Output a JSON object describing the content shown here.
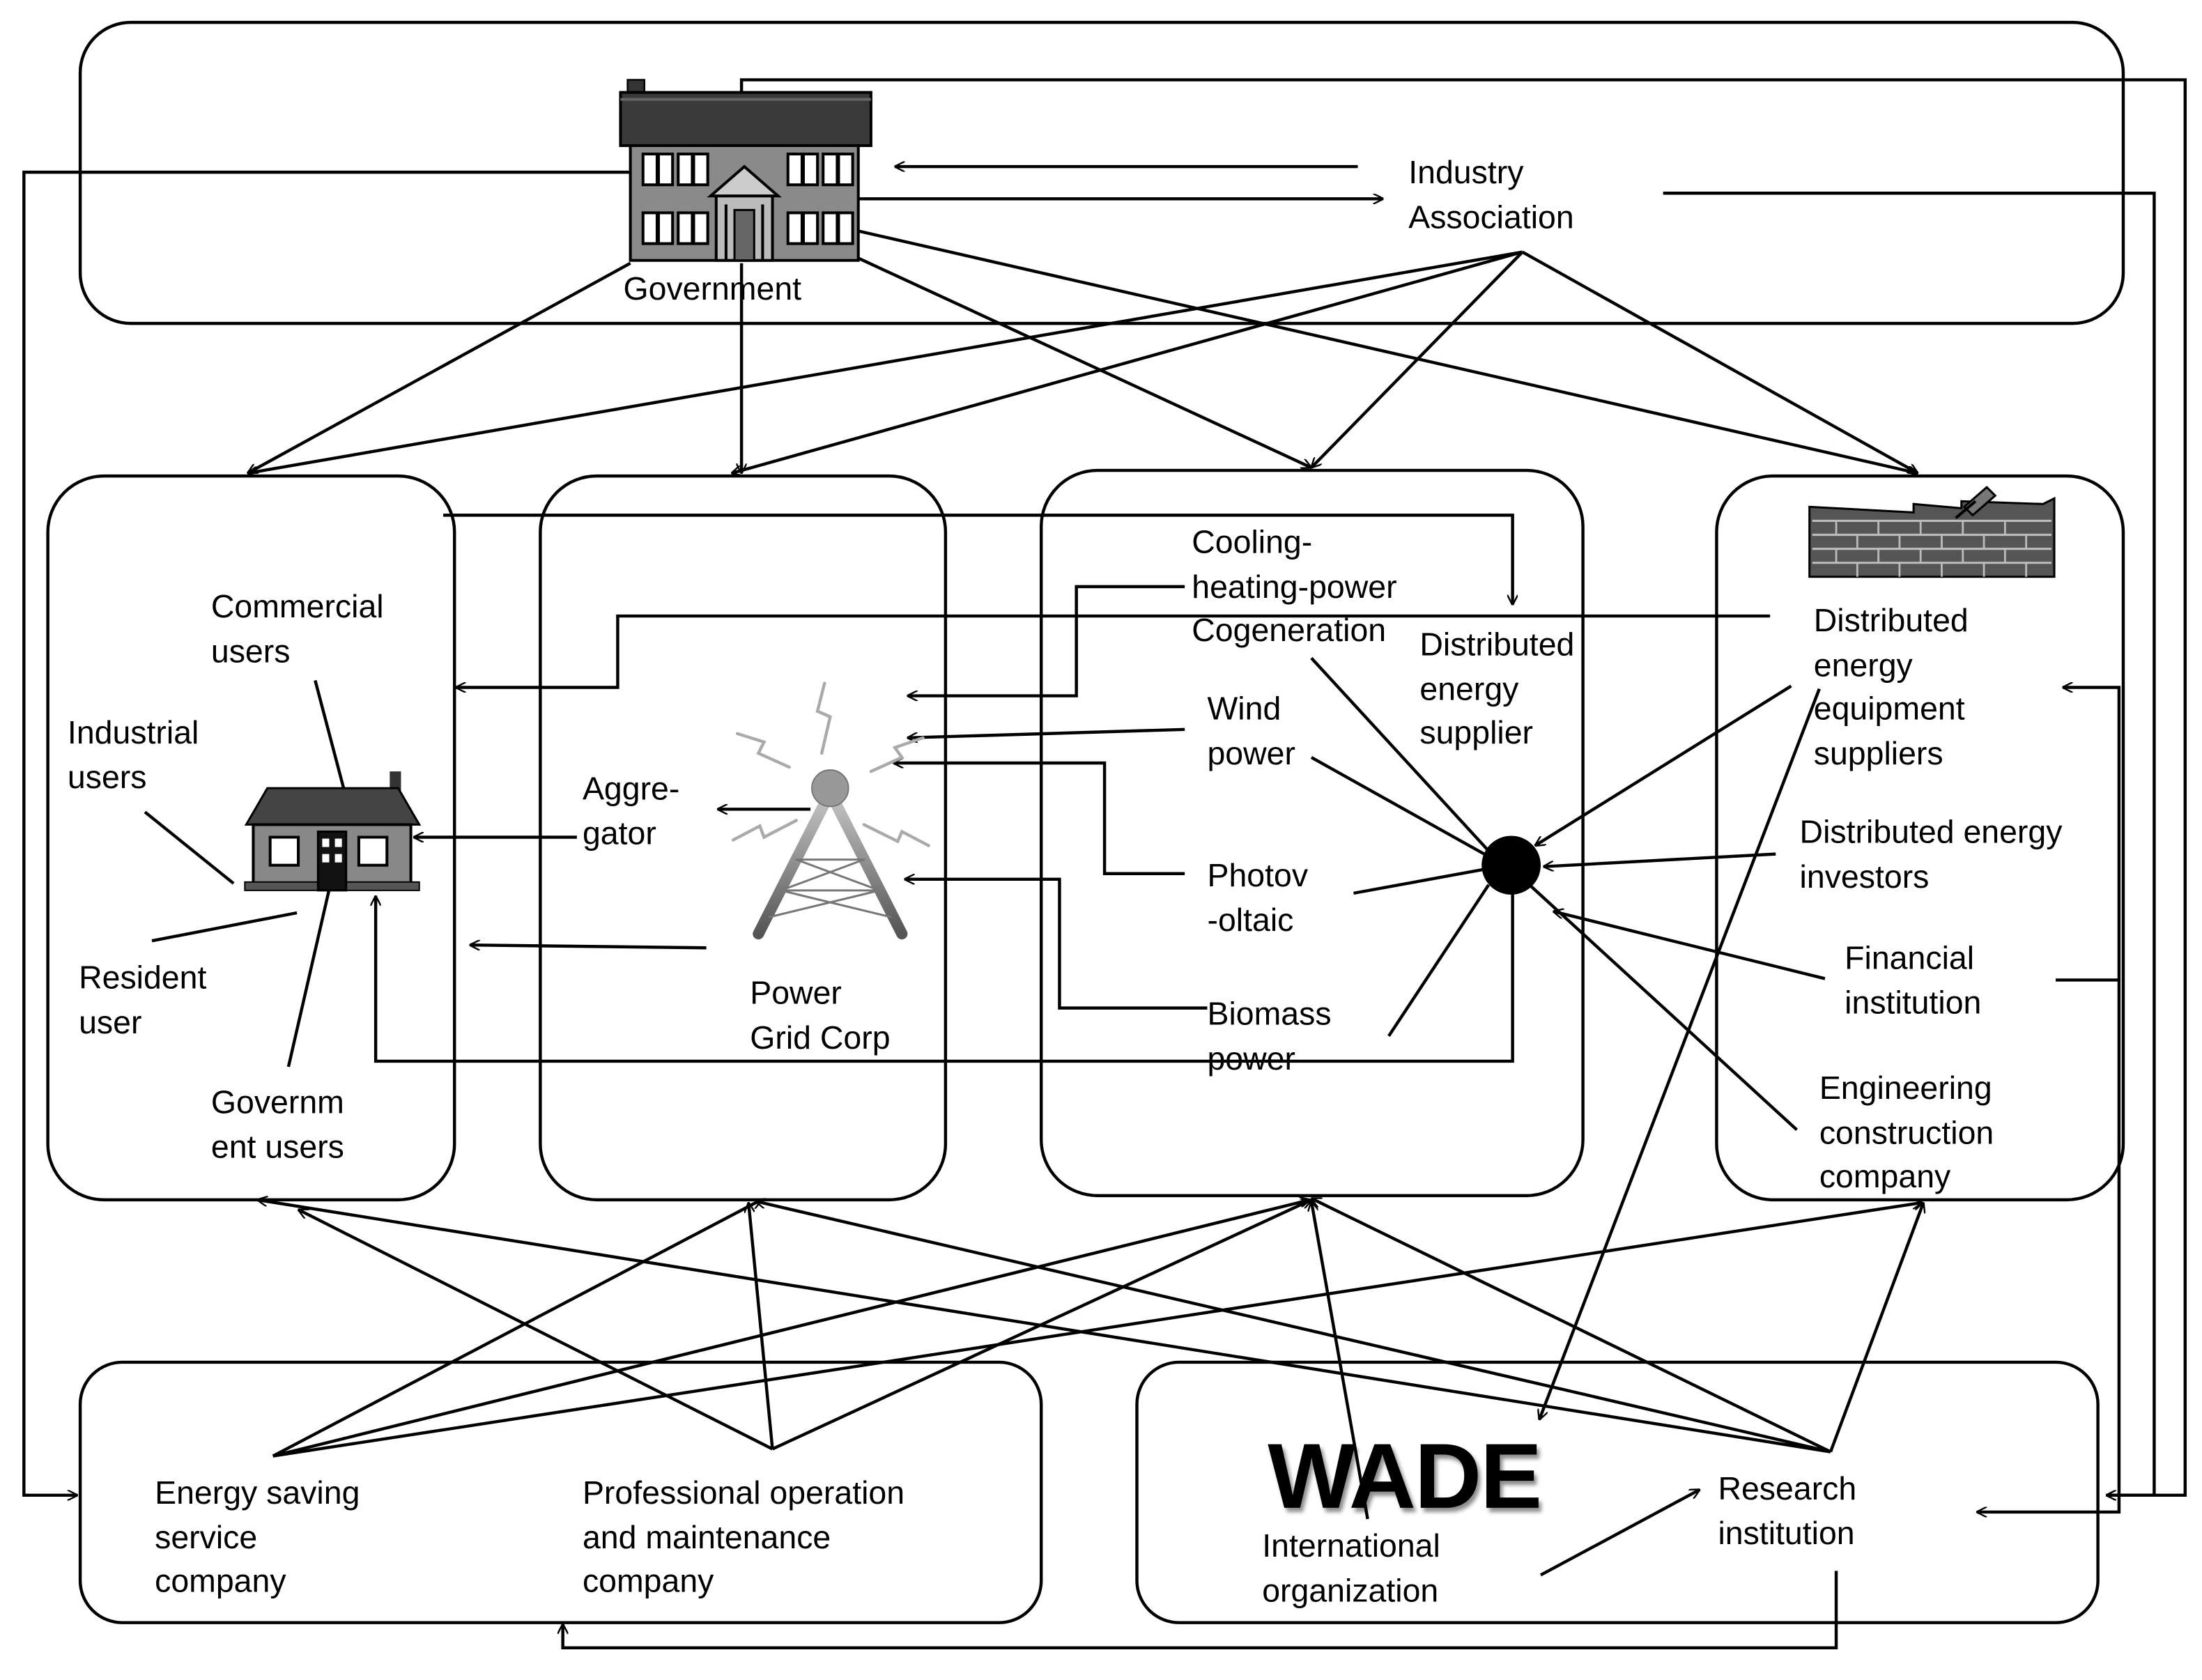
{
  "labels": {
    "government": "Government",
    "industry_association": "Industry\nAssociation",
    "commercial_users": "Commercial\nusers",
    "industrial_users": "Industrial\nusers",
    "resident_user": "Resident\nuser",
    "government_users": "Governm\nent users",
    "aggregator": "Aggre-\ngator",
    "power_grid_corp": "Power\nGrid Corp",
    "cchp": "Cooling-\nheating-power\nCogeneration",
    "distributed_energy_supplier": "Distributed\nenergy\nsupplier",
    "wind_power": "Wind\npower",
    "photovoltaic": "Photov\n-oltaic",
    "biomass_power": "Biomass\npower",
    "de_equipment_suppliers": "Distributed\nenergy\nequipment\nsuppliers",
    "de_investors": "Distributed energy\ninvestors",
    "financial_institution": "Financial\ninstitution",
    "engineering_construction": "Engineering\nconstruction\ncompany",
    "energy_saving_service": "Energy saving\nservice\ncompany",
    "professional_om": "Professional operation\nand maintenance\ncompany",
    "wade_logo": "WADE",
    "international_organization": "International\norganization",
    "research_institution": "Research\ninstitution"
  },
  "icons": [
    "government-building-icon",
    "user-house-icon",
    "power-tower-icon",
    "brick-wall-icon",
    "distributed-energy-hub-icon"
  ],
  "colors": {
    "line": "#000000",
    "icon_dark": "#333333",
    "icon_mid": "#888888"
  }
}
